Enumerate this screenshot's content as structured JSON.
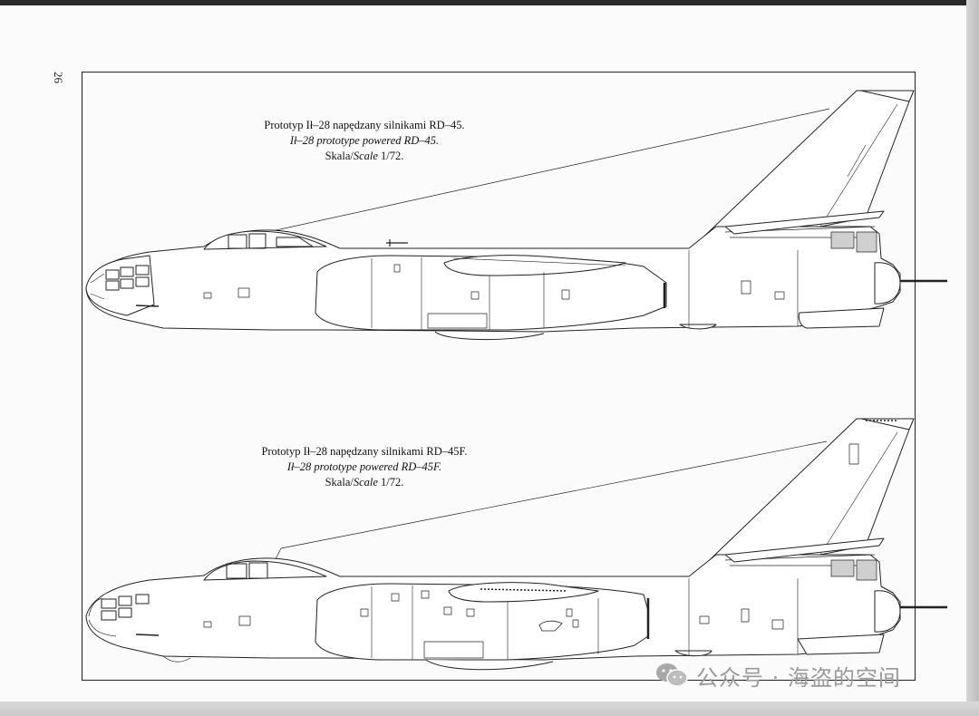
{
  "page": {
    "number": "26"
  },
  "figures": [
    {
      "title_pl": "Prototyp Ił–28 napędzany silnikami RD–45.",
      "title_en": "Ił–28 prototype powered RD–45.",
      "scale_pl": "Skala/",
      "scale_en": "Scale",
      "scale_value": " 1/72."
    },
    {
      "title_pl": "Prototyp Ił–28 napędzany silnikami RD–45F.",
      "title_en": "Ił–28 prototype powered RD–45F.",
      "scale_pl": "Skala/",
      "scale_en": "Scale",
      "scale_value": " 1/72."
    }
  ],
  "watermark": {
    "text": "公众号 · 海盗的空间",
    "icon": "wechat-icon"
  }
}
